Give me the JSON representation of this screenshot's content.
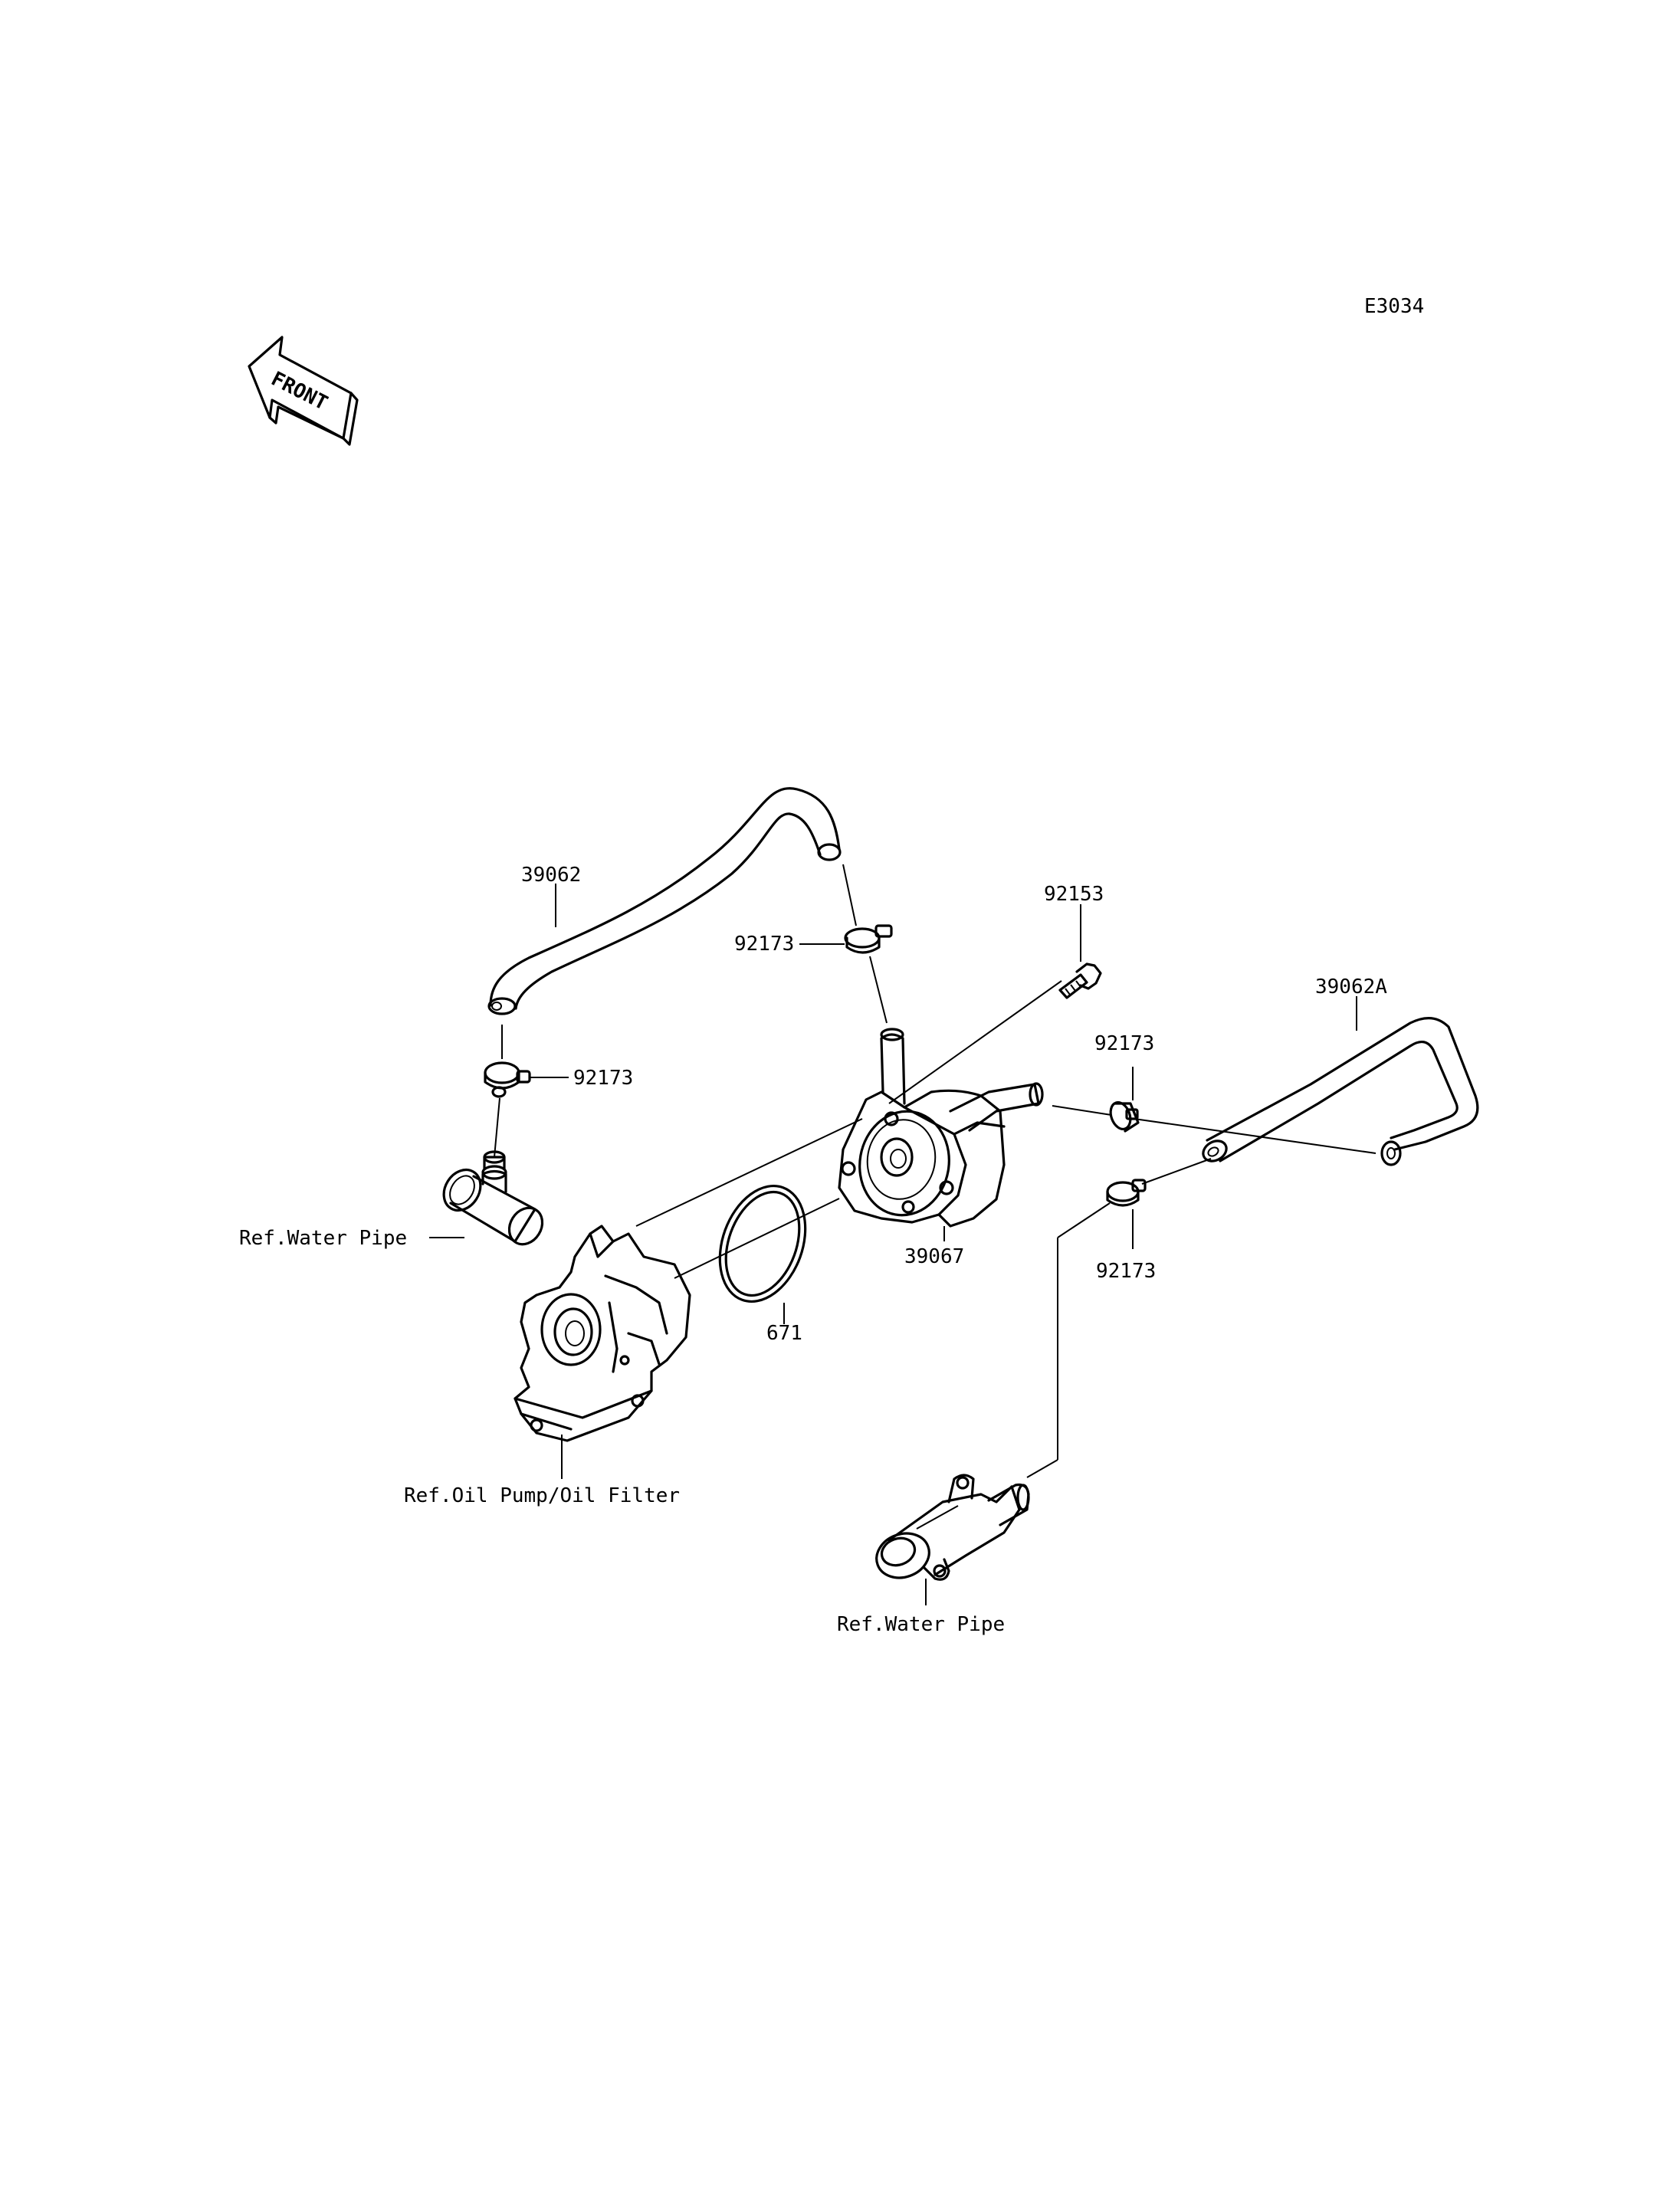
{
  "diagram_code": "E3034",
  "front_badge": "FRONT",
  "labels": {
    "hose_left": "39062",
    "clamp_upper": "92173",
    "clamp_left": "92173",
    "bolt": "92153",
    "hose_right": "39062A",
    "clamp_right_top": "92173",
    "clamp_right_bottom": "92173",
    "oil_cooler": "39067",
    "o_ring": "671",
    "ref_water_pipe_left": "Ref.Water Pipe",
    "ref_oil_pump": "Ref.Oil Pump/Oil Filter",
    "ref_water_pipe_bottom": "Ref.Water Pipe"
  }
}
